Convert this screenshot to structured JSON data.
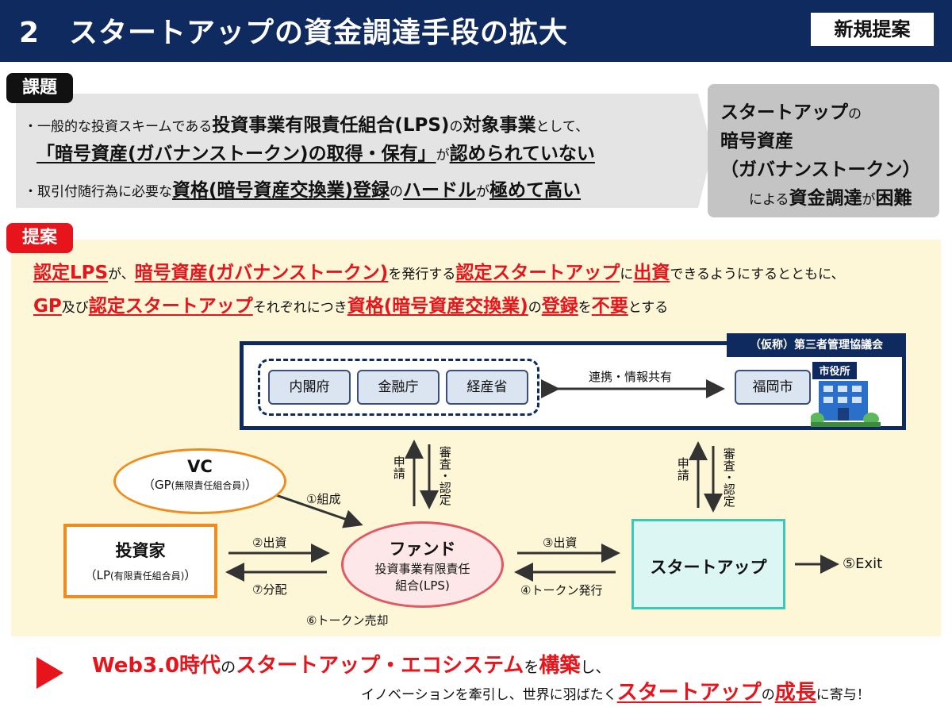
{
  "header": {
    "title": "2　スタートアップの資金調達手段の拡大",
    "badge": "新規提案"
  },
  "issue": {
    "tag": "課題",
    "line1": {
      "p1": "・一般的な投資スキームである",
      "p2": "投資事業有限責任組合(LPS)",
      "p3": "の",
      "p4": "対象事業",
      "p5": "として、"
    },
    "line2": {
      "p1": "「暗号資産(ガバナンストークン)の取得・保有」",
      "p2": "が",
      "p3": "認められていない"
    },
    "line3": {
      "p1": "・取引付随行為に必要な",
      "p2": "資格(暗号資産交換業)登録",
      "p3": "の",
      "p4": "ハードル",
      "p5": "が",
      "p6": "極めて高い"
    },
    "result": {
      "r1a": "スタートアップ",
      "r1b": "の",
      "r2": "暗号資産",
      "r3": "（ガバナンストークン）",
      "r4a": "による",
      "r4b": "資金調達",
      "r4c": "が",
      "r4d": "困難"
    }
  },
  "proposal": {
    "tag": "提案",
    "line1": {
      "p1": "認定LPS",
      "p2": "が、",
      "p3": "暗号資産(ガバナンストークン)",
      "p4": "を発行する",
      "p5": "認定スタートアップ",
      "p6": "に",
      "p7": "出資",
      "p8": "できるようにするとともに、"
    },
    "line2": {
      "p1": "GP",
      "p2": "及び",
      "p3": "認定スタートアップ",
      "p4": "それぞれにつき",
      "p5": "資格(暗号資産交換業)",
      "p6": "の",
      "p7": "登録",
      "p8": "を",
      "p9": "不要",
      "p10": "とする"
    }
  },
  "diagram": {
    "council_label": "（仮称）第三者管理協議会",
    "ministries": [
      "内閣府",
      "金融庁",
      "経産省"
    ],
    "city": "福岡市",
    "city_sign": "市役所",
    "link_label": "連携・情報共有",
    "apply": "申請",
    "review": "審査・認定",
    "vc": {
      "name": "VC",
      "sub_a": "（GP",
      "sub_b": "(無限責任組合員)",
      "sub_c": "）"
    },
    "investor": {
      "name": "投資家",
      "sub_a": "（LP",
      "sub_b": "(有限責任組合員)",
      "sub_c": "）"
    },
    "fund": {
      "name": "ファンド",
      "sub1": "投資事業有限責任",
      "sub2": "組合(LPS)"
    },
    "startup": "スタートアップ",
    "flows": {
      "f1": "①組成",
      "f2": "②出資",
      "f3": "③出資",
      "f4": "④トークン発行",
      "f5": "⑤Exit",
      "f6": "⑥トークン売却",
      "f7": "⑦分配"
    }
  },
  "bottom": {
    "line1": {
      "p1": "Web3.0時代",
      "p2": "の",
      "p3": "スタートアップ・エコシステム",
      "p4": "を",
      "p5": "構築",
      "p6": "し、"
    },
    "line2": {
      "p1": "イノベーションを牽引し、世界に羽ばたく",
      "p2": "スタートアップ",
      "p3": "の",
      "p4": "成長",
      "p5": "に寄与！"
    }
  },
  "colors": {
    "navy": "#0f2a5f",
    "accent_red": "#e8141b",
    "orange": "#f08c1e",
    "teal": "#3cc7b8",
    "cream": "#fdf7d7"
  }
}
